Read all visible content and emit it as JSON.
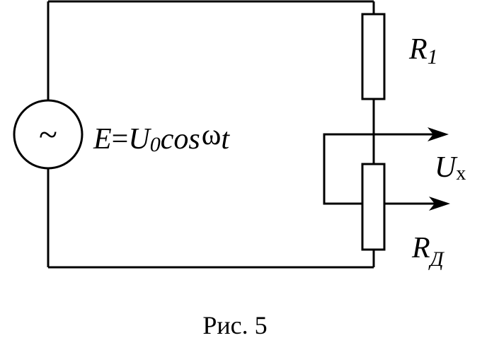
{
  "source": {
    "symbol": "~",
    "equation": {
      "E": "E",
      "eq": "=",
      "U": "U",
      "sub0": "0",
      "cos": "cos",
      "omega": "ω",
      "t": "t"
    }
  },
  "resistor1": {
    "letter": "R",
    "sub": "1"
  },
  "resistor2": {
    "letter": "R",
    "sub": "Д"
  },
  "output": {
    "letter": "U",
    "sub": "x"
  },
  "caption": "Рис. 5"
}
